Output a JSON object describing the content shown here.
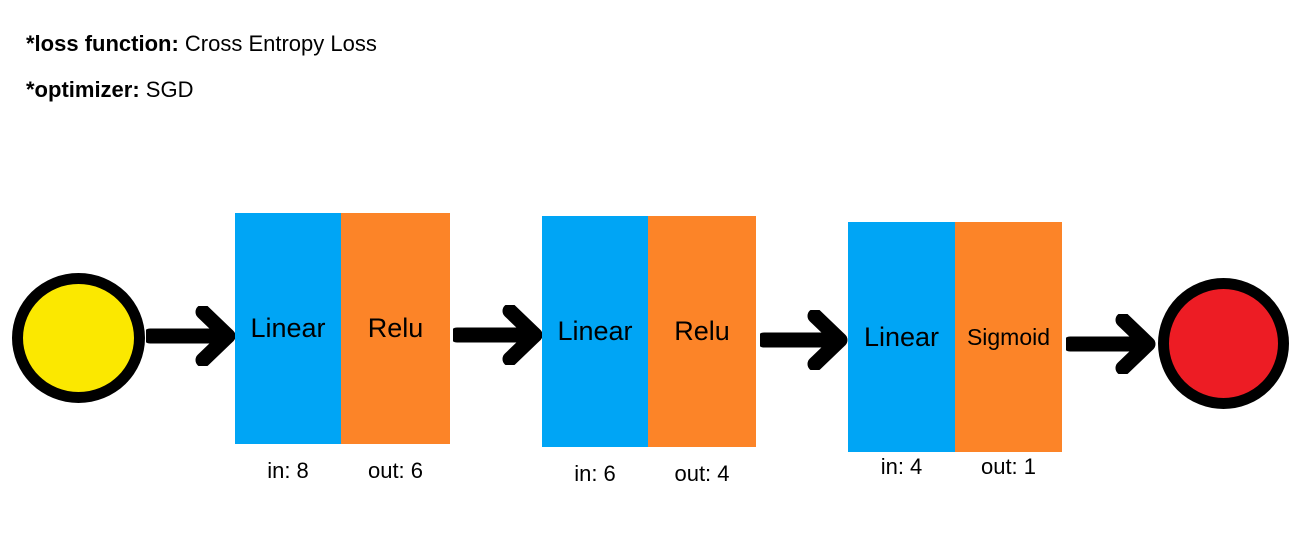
{
  "header": {
    "lines": [
      {
        "key": "*loss function:",
        "value": " Cross Entropy Loss"
      },
      {
        "key": "*optimizer:",
        "value": " SGD"
      }
    ]
  },
  "colors": {
    "linear_blue": "#00A5F5",
    "activation_orange": "#FC8428",
    "input_yellow": "#FBE800",
    "output_red": "#ED1C24",
    "stroke_black": "#000000",
    "background": "#FFFFFF"
  },
  "diagram": {
    "type": "neural-network-architecture",
    "input_node": {
      "label": "",
      "fill": "#FBE800"
    },
    "output_node": {
      "label": "",
      "fill": "#ED1C24"
    },
    "layers": [
      {
        "linear_label": "Linear",
        "activation_label": "Relu",
        "in_label": "in: 8",
        "out_label": "out: 6",
        "in_features": 8,
        "out_features": 6
      },
      {
        "linear_label": "Linear",
        "activation_label": "Relu",
        "in_label": "in: 6",
        "out_label": "out: 4",
        "in_features": 6,
        "out_features": 4
      },
      {
        "linear_label": "Linear",
        "activation_label": "Sigmoid",
        "in_label": "in: 4",
        "out_label": "out: 1",
        "in_features": 4,
        "out_features": 1
      }
    ],
    "arrows": [
      {
        "name": "arrow-input-to-layer-1"
      },
      {
        "name": "arrow-layer-1-to-layer-2"
      },
      {
        "name": "arrow-layer-2-to-layer-3"
      },
      {
        "name": "arrow-layer-3-to-output"
      }
    ]
  }
}
